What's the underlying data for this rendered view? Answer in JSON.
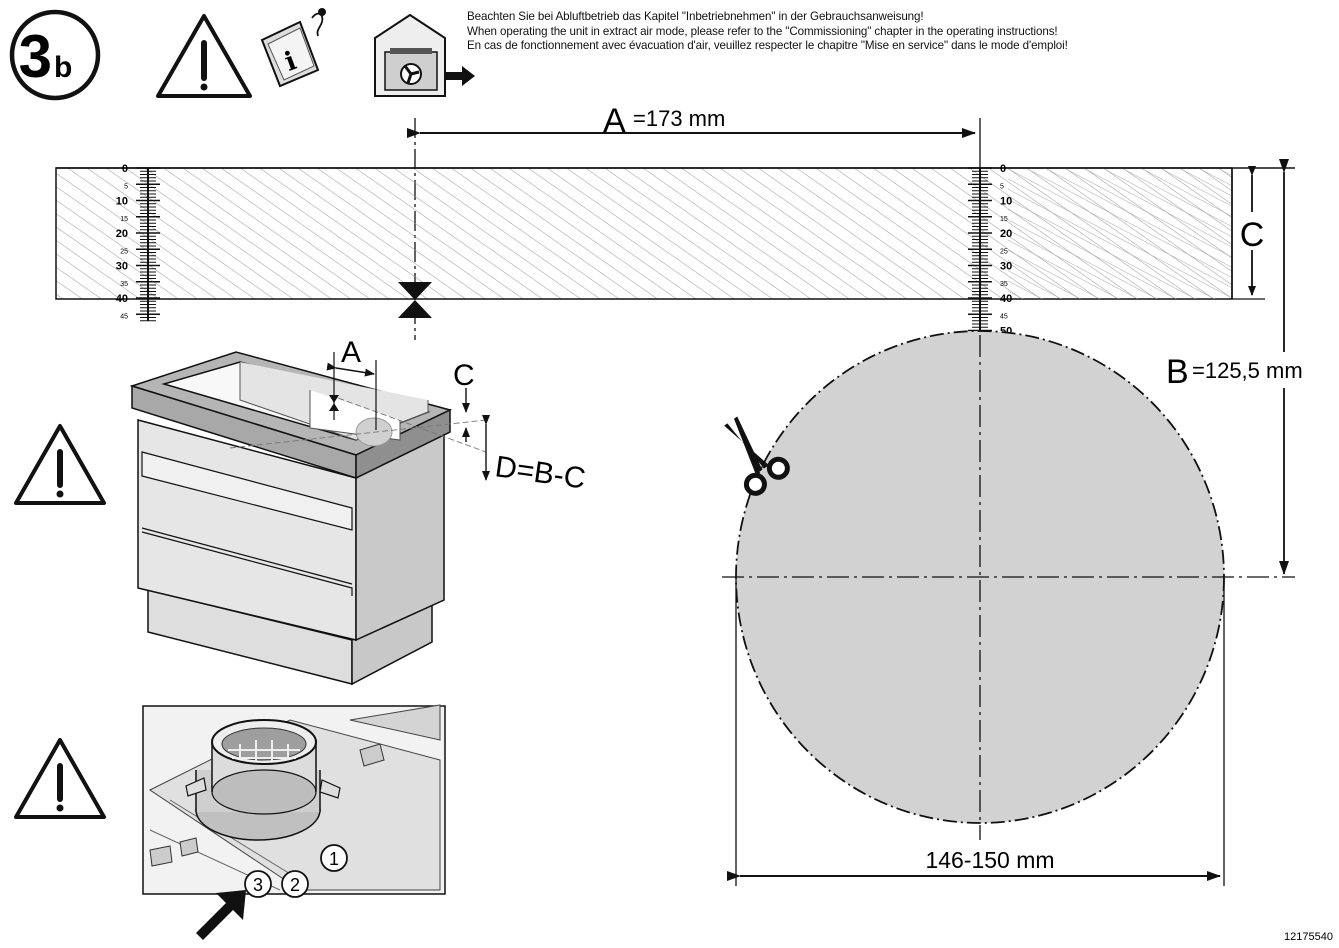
{
  "step": {
    "number": "3",
    "suffix": "b"
  },
  "notice": {
    "de": "Beachten Sie bei Abluftbetrieb das Kapitel \"Inbetriebnehmen\" in der Gebrauchsanweisung!",
    "en": "When operating the unit in extract air mode, please refer to the \"Commissioning\" chapter in the operating instructions!",
    "fr": "En cas de fonctionnement avec évacuation d'air, veuillez respecter le chapitre \"Mise en service\" dans le mode d'emploi!"
  },
  "dimensions": {
    "a_letter": "A",
    "a_value": "=173 mm",
    "b_letter": "B",
    "b_value": "=125,5 mm",
    "c_letter": "C",
    "d_formula": "D=B-C",
    "diameter": "146-150 mm"
  },
  "scale": {
    "labels": [
      "0",
      "5",
      "10",
      "15",
      "20",
      "25",
      "30",
      "35",
      "40",
      "45"
    ],
    "right_extra": "50"
  },
  "callouts": [
    "1",
    "2",
    "3"
  ],
  "doc_number": "12175540",
  "icons": [
    "warning-triangle-icon",
    "info-booklet-icon",
    "extract-air-house-icon",
    "scissors-icon",
    "arrow-icon"
  ]
}
